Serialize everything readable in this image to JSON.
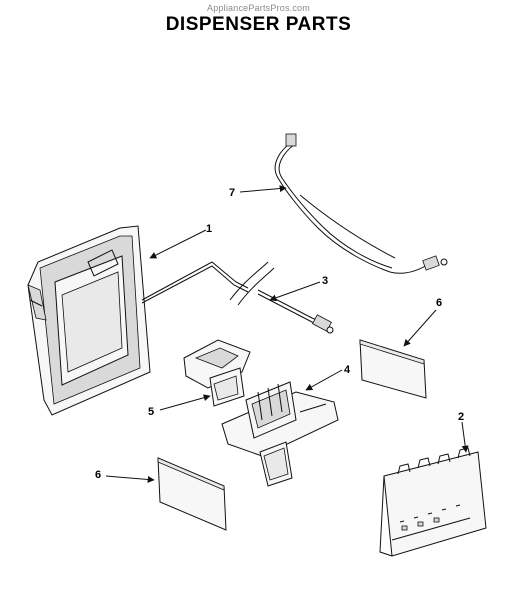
{
  "header": {
    "watermark": "AppliancePartsPros.com",
    "title": "DISPENSER PARTS"
  },
  "callouts": [
    {
      "id": "1",
      "label": "1"
    },
    {
      "id": "2",
      "label": "2"
    },
    {
      "id": "3",
      "label": "3"
    },
    {
      "id": "4",
      "label": "4"
    },
    {
      "id": "5",
      "label": "5"
    },
    {
      "id": "6a",
      "label": "6"
    },
    {
      "id": "6b",
      "label": "6"
    },
    {
      "id": "7",
      "label": "7"
    }
  ]
}
